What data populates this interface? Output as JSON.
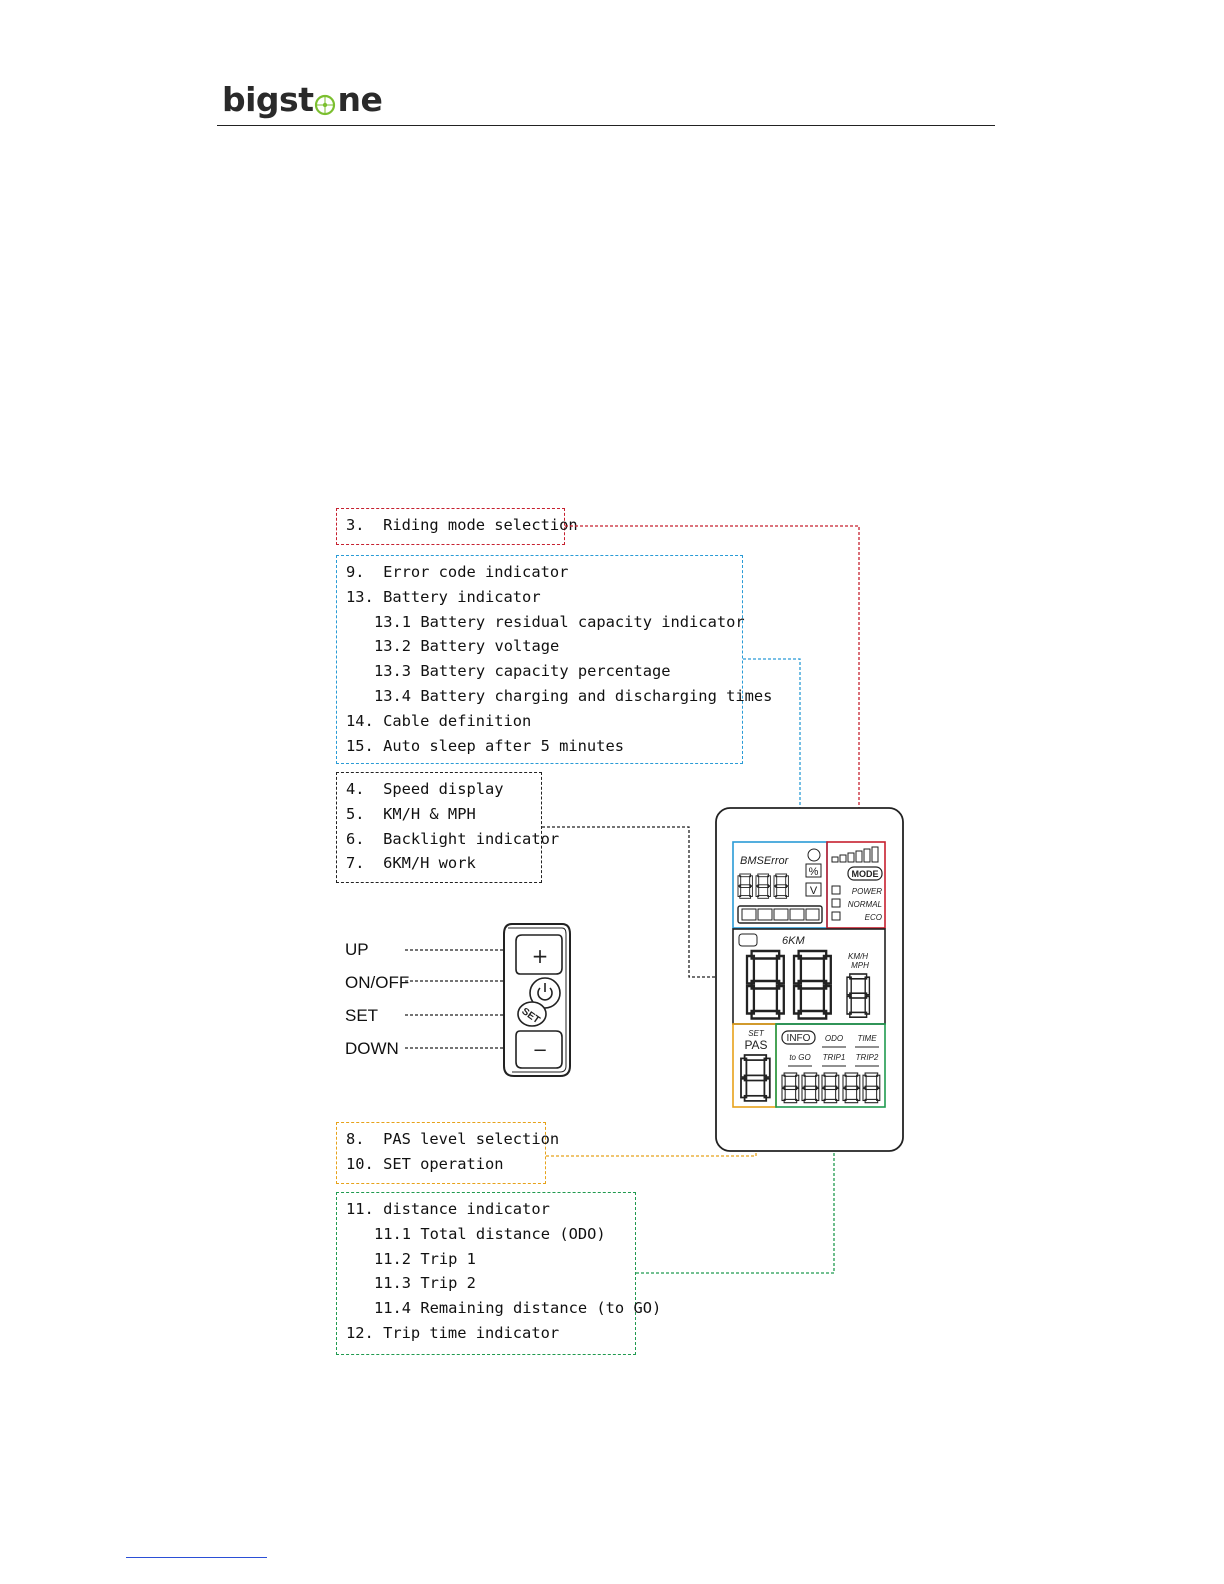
{
  "brand": {
    "logo_text_left": "bigst",
    "logo_text_right": "ne"
  },
  "callouts": {
    "mode": [
      "3.  Riding mode selection"
    ],
    "battery": [
      {
        "t": "9.  Error code indicator",
        "i": false
      },
      {
        "t": "13. Battery indicator",
        "i": false
      },
      {
        "t": "13.1 Battery residual capacity indicator",
        "i": true
      },
      {
        "t": "13.2 Battery voltage",
        "i": true
      },
      {
        "t": "13.3 Battery capacity percentage",
        "i": true
      },
      {
        "t": "13.4 Battery charging and discharging times",
        "i": true
      },
      {
        "t": "14. Cable definition",
        "i": false
      },
      {
        "t": "15. Auto sleep after 5 minutes",
        "i": false
      }
    ],
    "speed": [
      "4.  Speed display",
      "5.  KM/H & MPH",
      "6.  Backlight indicator",
      "7.  6KM/H work"
    ],
    "pas": [
      "8.  PAS level selection",
      "10. SET operation"
    ],
    "distance": [
      {
        "t": "11. distance indicator",
        "i": false
      },
      {
        "t": "11.1 Total distance (ODO)",
        "i": true
      },
      {
        "t": "11.2 Trip 1",
        "i": true
      },
      {
        "t": "11.3 Trip 2",
        "i": true
      },
      {
        "t": "11.4 Remaining distance (to GO)",
        "i": true
      },
      {
        "t": "12. Trip time indicator",
        "i": false
      }
    ]
  },
  "buttons": {
    "up": "UP",
    "onoff": "ON/OFF",
    "set": "SET",
    "down": "DOWN"
  },
  "remote": {
    "plus": "+",
    "minus": "−",
    "set": "SET"
  },
  "lcd": {
    "bms_error": "BMSError",
    "percent": "%",
    "volt": "V",
    "mode": "MODE",
    "power": "POWER",
    "normal": "NORMAL",
    "eco": "ECO",
    "walk": "6KM",
    "kmh": "KM/H",
    "mph": "MPH",
    "set": "SET",
    "pas": "PAS",
    "info": "INFO",
    "odo": "ODO",
    "time": "TIME",
    "togo": "to GO",
    "trip1": "TRIP1",
    "trip2": "TRIP2"
  },
  "colors": {
    "red": "#c6202f",
    "blue": "#2a9bd6",
    "black": "#222222",
    "orange": "#e7a21a",
    "green": "#1f9a4f",
    "logo_green": "#7bbf2f"
  }
}
